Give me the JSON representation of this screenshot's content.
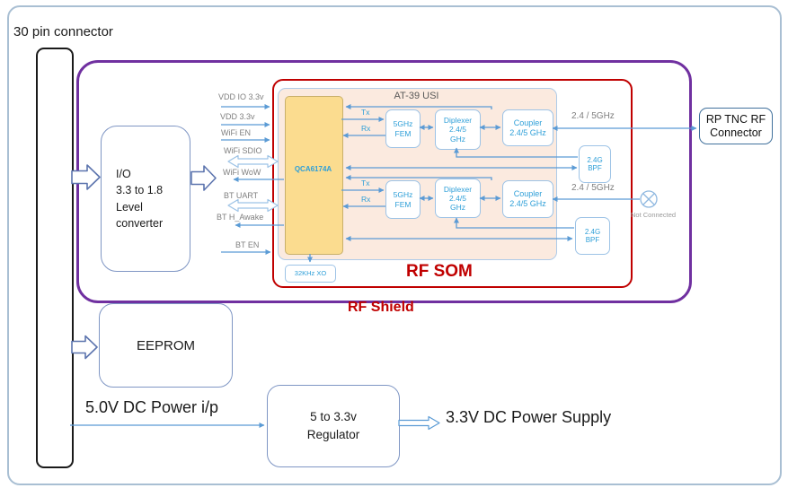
{
  "diagram": {
    "connector_label": "30 pin connector",
    "converter_lines": [
      "I/O",
      "3.3 to 1.8",
      "Level",
      "converter"
    ],
    "eeprom_label": "EEPROM",
    "power": {
      "input_label": "5.0V DC Power i/p",
      "regulator_lines": [
        "5 to 3.3v",
        "Regulator"
      ],
      "output_label": "3.3V DC Power Supply"
    },
    "shield_label": "RF Shield",
    "som": {
      "label": "RF SOM",
      "module_title": "AT-39 USI",
      "chip_label": "QCA6174A",
      "xo_label": "32KHz XO"
    },
    "signals": [
      {
        "label": "VDD IO 3.3v",
        "arrow": "right"
      },
      {
        "label": "VDD 3.3v",
        "arrow": "right"
      },
      {
        "label": "WiFi EN",
        "arrow": "right"
      },
      {
        "label": "WiFi SDIO",
        "arrow": "bidirectional"
      },
      {
        "label": "WiFi WoW",
        "arrow": "left"
      },
      {
        "label": "BT UART",
        "arrow": "bidirectional"
      },
      {
        "label": "BT H_Awake",
        "arrow": "left"
      },
      {
        "label": "BT EN",
        "arrow": "right"
      }
    ],
    "chains": [
      {
        "tx": "Tx",
        "rx": "Rx",
        "fem_lines": [
          "5GHz",
          "FEM"
        ],
        "diplexer_lines": [
          "Diplexer",
          "2.4/5",
          "GHz"
        ],
        "coupler_lines": [
          "Coupler",
          "2.4/5 GHz"
        ],
        "bpf_lines": [
          "2.4G",
          "BPF"
        ],
        "output_label": "2.4 / 5GHz"
      },
      {
        "tx": "Tx",
        "rx": "Rx",
        "fem_lines": [
          "5GHz",
          "FEM"
        ],
        "diplexer_lines": [
          "Diplexer",
          "2.4/5",
          "GHz"
        ],
        "coupler_lines": [
          "Coupler",
          "2.4/5 GHz"
        ],
        "bpf_lines": [
          "2.4G",
          "BPF"
        ],
        "output_label": "2.4 / 5GHz"
      }
    ],
    "rf_connector_lines": [
      "RP TNC RF",
      "Connector"
    ],
    "not_connected_label": "Not Connected",
    "colors": {
      "shield_border": "#7030A0",
      "som_border": "#C00000",
      "signal_line": "#5B9BD5",
      "block_border": "#9DC3E6",
      "block_text": "#2E9FD8",
      "chip_fill": "#FBDC8F",
      "module_fill": "#FBEADF",
      "label_gray": "#7F7F7F",
      "red_text": "#C00000"
    }
  }
}
